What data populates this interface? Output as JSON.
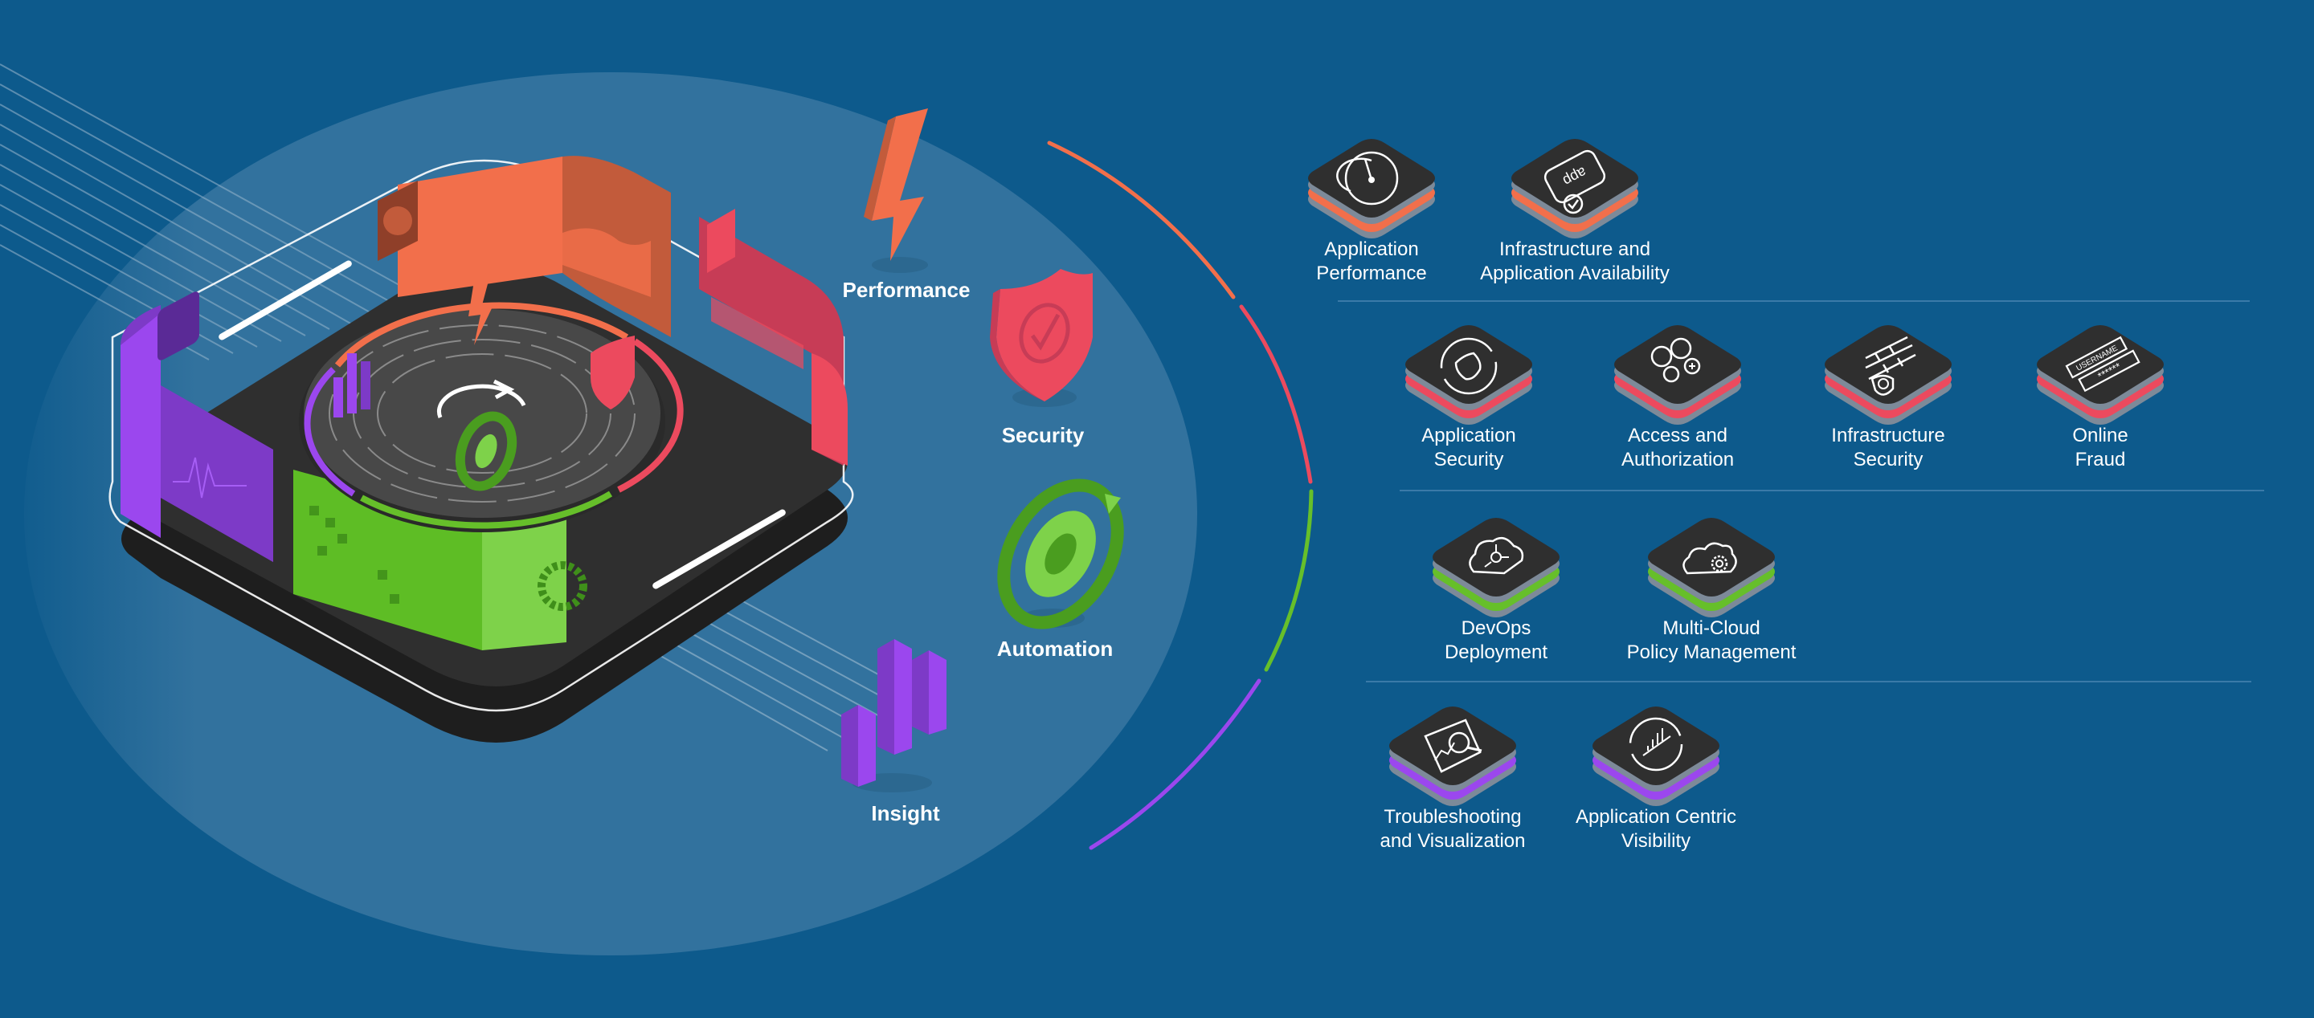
{
  "colors": {
    "background": "#0d5a8c",
    "performance": "#f26f4b",
    "security": "#ec4a5e",
    "automation": "#66bf2a",
    "insight": "#9b47ee",
    "tile_top": "#2f2f2f",
    "tile_edge": "#7d8a99"
  },
  "categories": [
    {
      "id": "performance",
      "label": "Performance",
      "icon": "lightning-bolt-icon"
    },
    {
      "id": "security",
      "label": "Security",
      "icon": "shield-check-icon"
    },
    {
      "id": "automation",
      "label": "Automation",
      "icon": "gear-cycle-icon"
    },
    {
      "id": "insight",
      "label": "Insight",
      "icon": "bar-chart-icon"
    }
  ],
  "capabilities": [
    {
      "group": "performance",
      "icon": "speedometer-icon",
      "lines": [
        "Application",
        "Performance"
      ]
    },
    {
      "group": "performance",
      "icon": "app-check-icon",
      "lines": [
        "Infrastructure and",
        "Application Availability"
      ]
    },
    {
      "group": "security",
      "icon": "shield-refresh-icon",
      "lines": [
        "Application",
        "Security"
      ]
    },
    {
      "group": "security",
      "icon": "users-access-icon",
      "lines": [
        "Access and",
        "Authorization"
      ]
    },
    {
      "group": "security",
      "icon": "firewall-shield-icon",
      "lines": [
        "Infrastructure",
        "Security"
      ]
    },
    {
      "group": "security",
      "icon": "login-credentials-icon",
      "lines": [
        "Online",
        "Fraud"
      ],
      "tile_text": {
        "username": "USERNAME",
        "password": "******"
      }
    },
    {
      "group": "automation",
      "icon": "cloud-deploy-icon",
      "lines": [
        "DevOps",
        "Deployment"
      ]
    },
    {
      "group": "automation",
      "icon": "multi-cloud-gear-icon",
      "lines": [
        "Multi-Cloud",
        "Policy Management"
      ]
    },
    {
      "group": "insight",
      "icon": "chart-magnifier-icon",
      "lines": [
        "Troubleshooting",
        "and Visualization"
      ]
    },
    {
      "group": "insight",
      "icon": "cycle-chart-icon",
      "lines": [
        "Application Centric",
        "Visibility"
      ]
    }
  ],
  "app_tile_text": "app"
}
